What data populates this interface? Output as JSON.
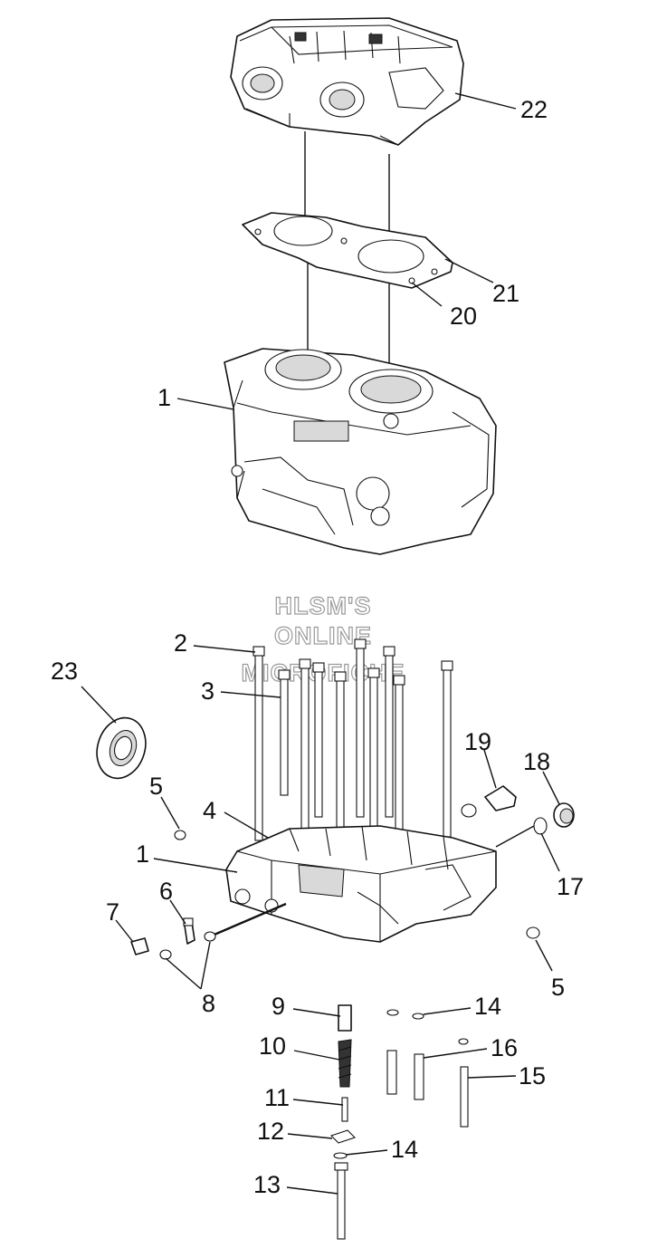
{
  "watermark": {
    "line1": "HLSM'S",
    "line2": "ONLINE",
    "line3": "MICROFICHE"
  },
  "callouts": {
    "c22": "22",
    "c21": "21",
    "c20": "20",
    "c1_upper": "1",
    "c2": "2",
    "c23": "23",
    "c3": "3",
    "c19": "19",
    "c18": "18",
    "c5_left": "5",
    "c4": "4",
    "c1_lower": "1",
    "c17": "17",
    "c6": "6",
    "c7": "7",
    "c8": "8",
    "c5_right": "5",
    "c9": "9",
    "c14_upper": "14",
    "c10": "10",
    "c16": "16",
    "c15": "15",
    "c11": "11",
    "c12": "12",
    "c14_lower": "14",
    "c13": "13"
  }
}
